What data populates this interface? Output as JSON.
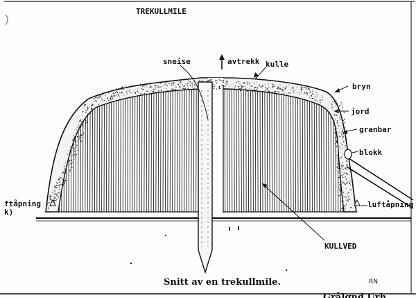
{
  "diagram": {
    "title": "TREKULLMILE",
    "caption": "Snitt av en trekullmile.",
    "bottom_right_fragment": "Grålgnd Urh...",
    "initials": "RN",
    "labels": {
      "sneise": "sneise",
      "avtrekk": "avtrekk",
      "kulle": "kulle",
      "bryn": "bryn",
      "jord": "jord",
      "granbar": "granbar",
      "blokk": "blokk",
      "luftapning_right": "luftåpning",
      "luftapning_left": "ftåpning",
      "luftapning_left_k": "k)",
      "kullved": "KULLVED"
    }
  }
}
